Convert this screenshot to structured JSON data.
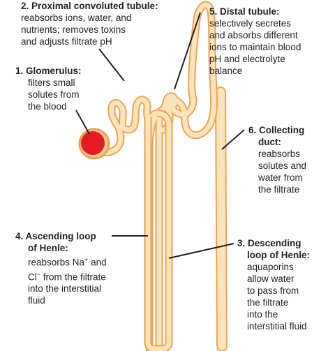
{
  "labels": {
    "glomerulus": {
      "heading": "1. Glomerulus:",
      "lines": [
        "filters small",
        "solutes from",
        "the blood"
      ]
    },
    "proximal": {
      "heading": "2. Proximal convoluted tubule:",
      "lines": [
        "reabsorbs ions, water, and",
        "nutrients; removes toxins",
        "and adjusts filtrate pH"
      ]
    },
    "descending": {
      "heading_lines": [
        "3. Descending",
        "loop of Henle:"
      ],
      "lines": [
        "aquaporins",
        "allow water",
        "to pass from",
        "the filtrate",
        "into the",
        "interstitial fluid"
      ]
    },
    "ascending": {
      "heading_lines": [
        "4. Ascending loop",
        "of Henle:"
      ],
      "line1": {
        "a": "reabsorbs Na",
        "sup": "+",
        "b": " and"
      },
      "line2": {
        "a": "Cl",
        "sup": "−",
        "b": " from the filtrate"
      },
      "lines": [
        "into the interstitial",
        "fluid"
      ]
    },
    "distal": {
      "heading": "5. Distal tubule:",
      "lines": [
        "selectively secretes",
        "and absorbs different",
        "ions to maintain blood",
        "pH and electrolyte",
        "balance"
      ]
    },
    "collecting": {
      "heading_lines": [
        "6. Collecting",
        "duct:"
      ],
      "lines": [
        "reabsorbs",
        "solutes and",
        "water from",
        "the filtrate"
      ]
    }
  },
  "colors": {
    "tubule_outline": "#e8a654",
    "tubule_fill": "#fde3ba",
    "glomerulus": "#e31b23",
    "leader": "#231f20",
    "text": "#231f20"
  }
}
